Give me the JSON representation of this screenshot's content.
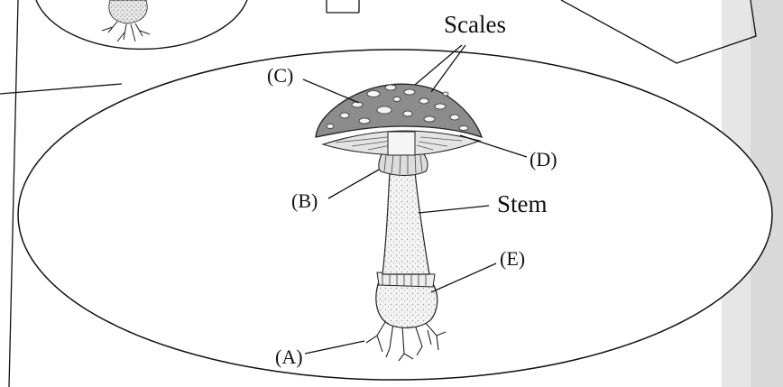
{
  "diagram": {
    "labels": {
      "scales": "Scales",
      "stem": "Stem",
      "a": "(A)",
      "b": "(B)",
      "c": "(C)",
      "d": "(D)",
      "e": "(E)"
    }
  },
  "colors": {
    "ink": "#111111",
    "cap": "#8c8c8c",
    "cap_dark": "#6a6a6a",
    "stem": "#f2f2f2",
    "page_bleed": "#d8d8d8"
  }
}
